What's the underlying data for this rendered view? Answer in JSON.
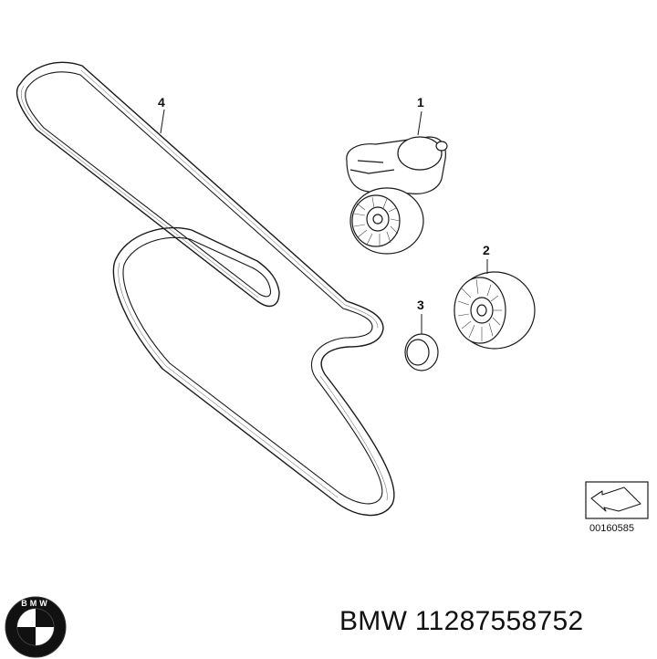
{
  "callouts": {
    "c1": "1",
    "c2": "2",
    "c3": "3",
    "c4": "4"
  },
  "diagram_id": "00160585",
  "caption": {
    "brand": "BMW",
    "part_number": "11287558752"
  },
  "logo": {
    "letters": "BMW",
    "colors": {
      "ring": "#111111",
      "blue": "#ffffff",
      "white": "#ffffff",
      "quarter": "#111111"
    }
  },
  "icons": [
    "bmw-logo-icon",
    "orientation-arrow-icon"
  ]
}
